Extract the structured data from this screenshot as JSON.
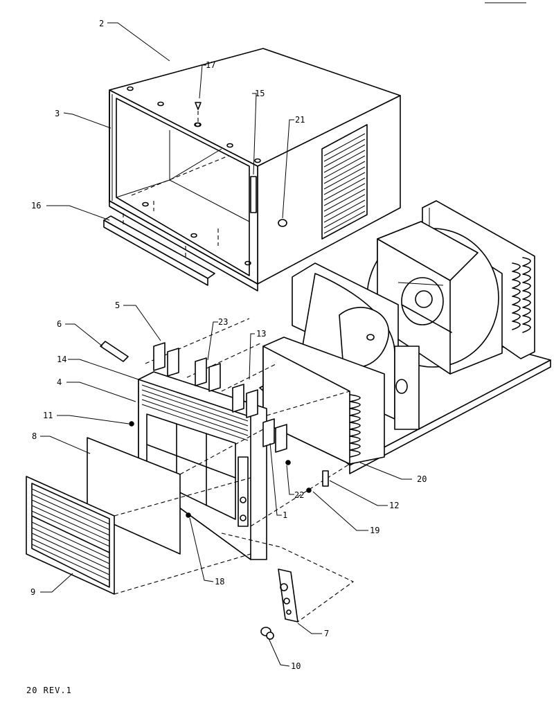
{
  "callouts": [
    "2",
    "3",
    "17",
    "15",
    "21",
    "16",
    "5",
    "6",
    "23",
    "13",
    "14",
    "4",
    "11",
    "8",
    "9",
    "18",
    "1",
    "22",
    "20",
    "12",
    "19",
    "7",
    "10"
  ],
  "footer": "20 REV.1"
}
